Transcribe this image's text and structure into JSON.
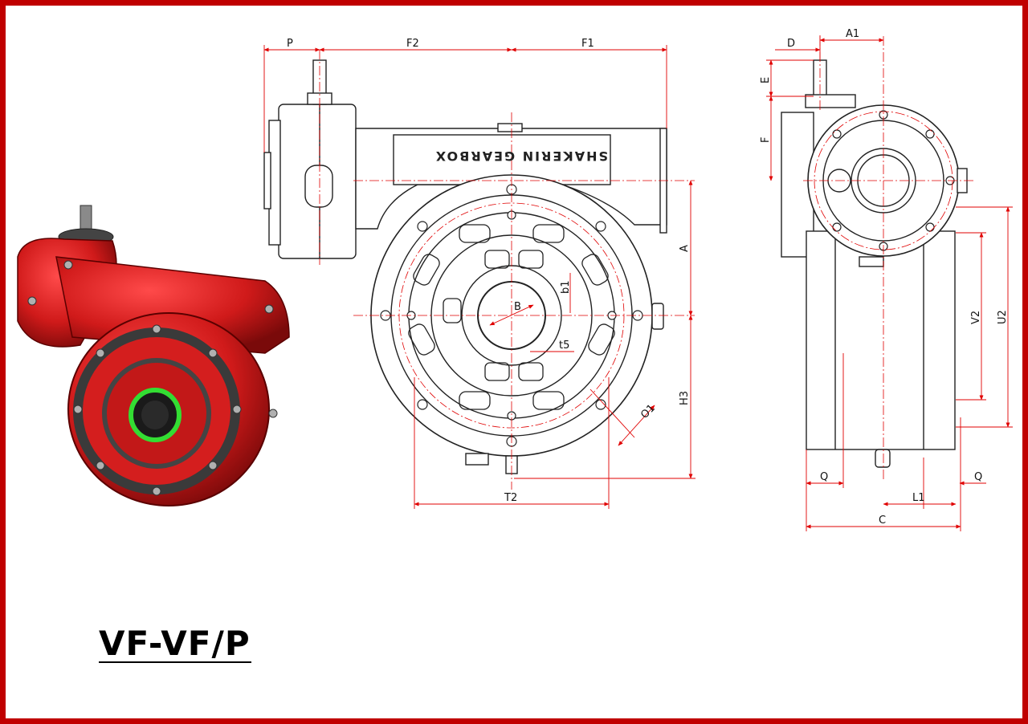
{
  "title": "VF-VF/P",
  "brand_text": "SHAKERIN GEARBOX",
  "colors": {
    "frame": "#c00000",
    "dimension_line": "#e00000",
    "body_red": "#d01a1a",
    "ring_green": "#33dd33"
  },
  "front_view_labels": {
    "p": "P",
    "f2": "F2",
    "f1": "F1",
    "a": "A",
    "h3": "H3",
    "t2": "T2",
    "o1": "O1",
    "b": "B",
    "b1": "b1",
    "t5": "t5"
  },
  "side_view_labels": {
    "d": "D",
    "a1": "A1",
    "e": "E",
    "f": "F",
    "v2": "V2",
    "u2": "U2",
    "q_left": "Q",
    "q_right": "Q",
    "l1": "L1",
    "c": "C"
  }
}
